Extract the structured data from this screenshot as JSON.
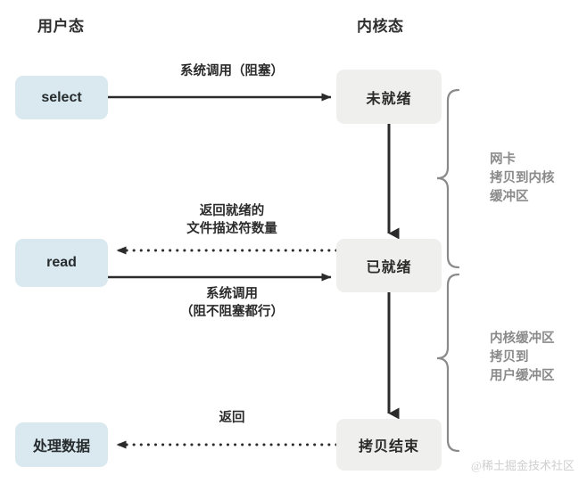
{
  "diagram": {
    "title_user": "用户态",
    "title_kernel": "内核态",
    "watermark": "@稀土掘金技术社区",
    "colors": {
      "user_node_bg": "#d9e9ef",
      "kernel_node_bg": "#efefed",
      "arrow": "#2b2b2b",
      "bracket": "#8a8a8a",
      "bracket_text": "#8a8a8a",
      "background": "#ffffff"
    },
    "nodes": {
      "select": "select",
      "read": "read",
      "process_data": "处理数据",
      "not_ready": "未就绪",
      "ready": "已就绪",
      "copy_done": "拷贝结束"
    },
    "edge_labels": {
      "syscall_blocking": "系统调用（阻塞）",
      "return_ready_count": "返回就绪的\n文件描述符数量",
      "syscall_nonblocking": "系统调用\n（阻不阻塞都行）",
      "return": "返回"
    },
    "bracket_labels": {
      "nic_to_kernel": "网卡\n拷贝到内核\n缓冲区",
      "kernel_to_user": "内核缓冲区\n拷贝到\n用户缓冲区"
    }
  }
}
